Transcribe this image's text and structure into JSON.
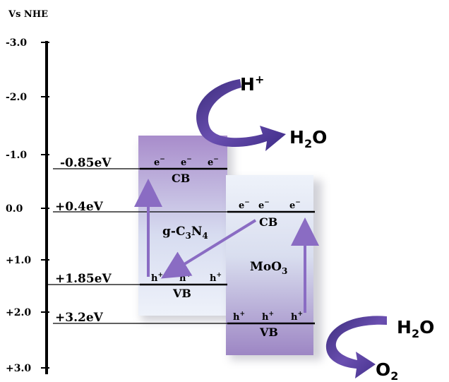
{
  "axis": {
    "title": "Vs NHE",
    "ticks": [
      "-3.0",
      "-2.0",
      "-1.0",
      "0.0",
      "+1.0",
      "+2.0",
      "+3.0"
    ],
    "range": [
      -3.0,
      3.0
    ]
  },
  "levels": {
    "gcn_cb": "-0.85eV",
    "moo3_cb": "+0.4eV",
    "gcn_vb": "+1.85eV",
    "moo3_vb": "+3.2eV"
  },
  "gcn": {
    "cb_label": "CB",
    "vb_label": "VB",
    "electron": "e",
    "electron_sup": "−",
    "hole": "h",
    "hole_sup": "+",
    "name_main": "g-C",
    "name_sub1": "3",
    "name_mid": "N",
    "name_sub2": "4"
  },
  "moo3": {
    "cb_label": "CB",
    "vb_label": "VB",
    "electron": "e",
    "electron_sup": "−",
    "hole": "h",
    "hole_sup": "+",
    "name_main": "MoO",
    "name_sub": "3"
  },
  "reactions": {
    "h_plus_main": "H",
    "h_plus_sup": "+",
    "h2o_a_main": "H",
    "h2o_a_sub": "2",
    "h2o_a_end": "O",
    "h2o_b_main": "H",
    "h2o_b_sub": "2",
    "h2o_b_end": "O",
    "o2_main": "O",
    "o2_sub": "2"
  },
  "colors": {
    "band_top": "#9b7fc4",
    "band_bottom": "#dfe6f6",
    "arrow": "#8a6cc3",
    "curved_arrow": "#5a3f9a"
  }
}
